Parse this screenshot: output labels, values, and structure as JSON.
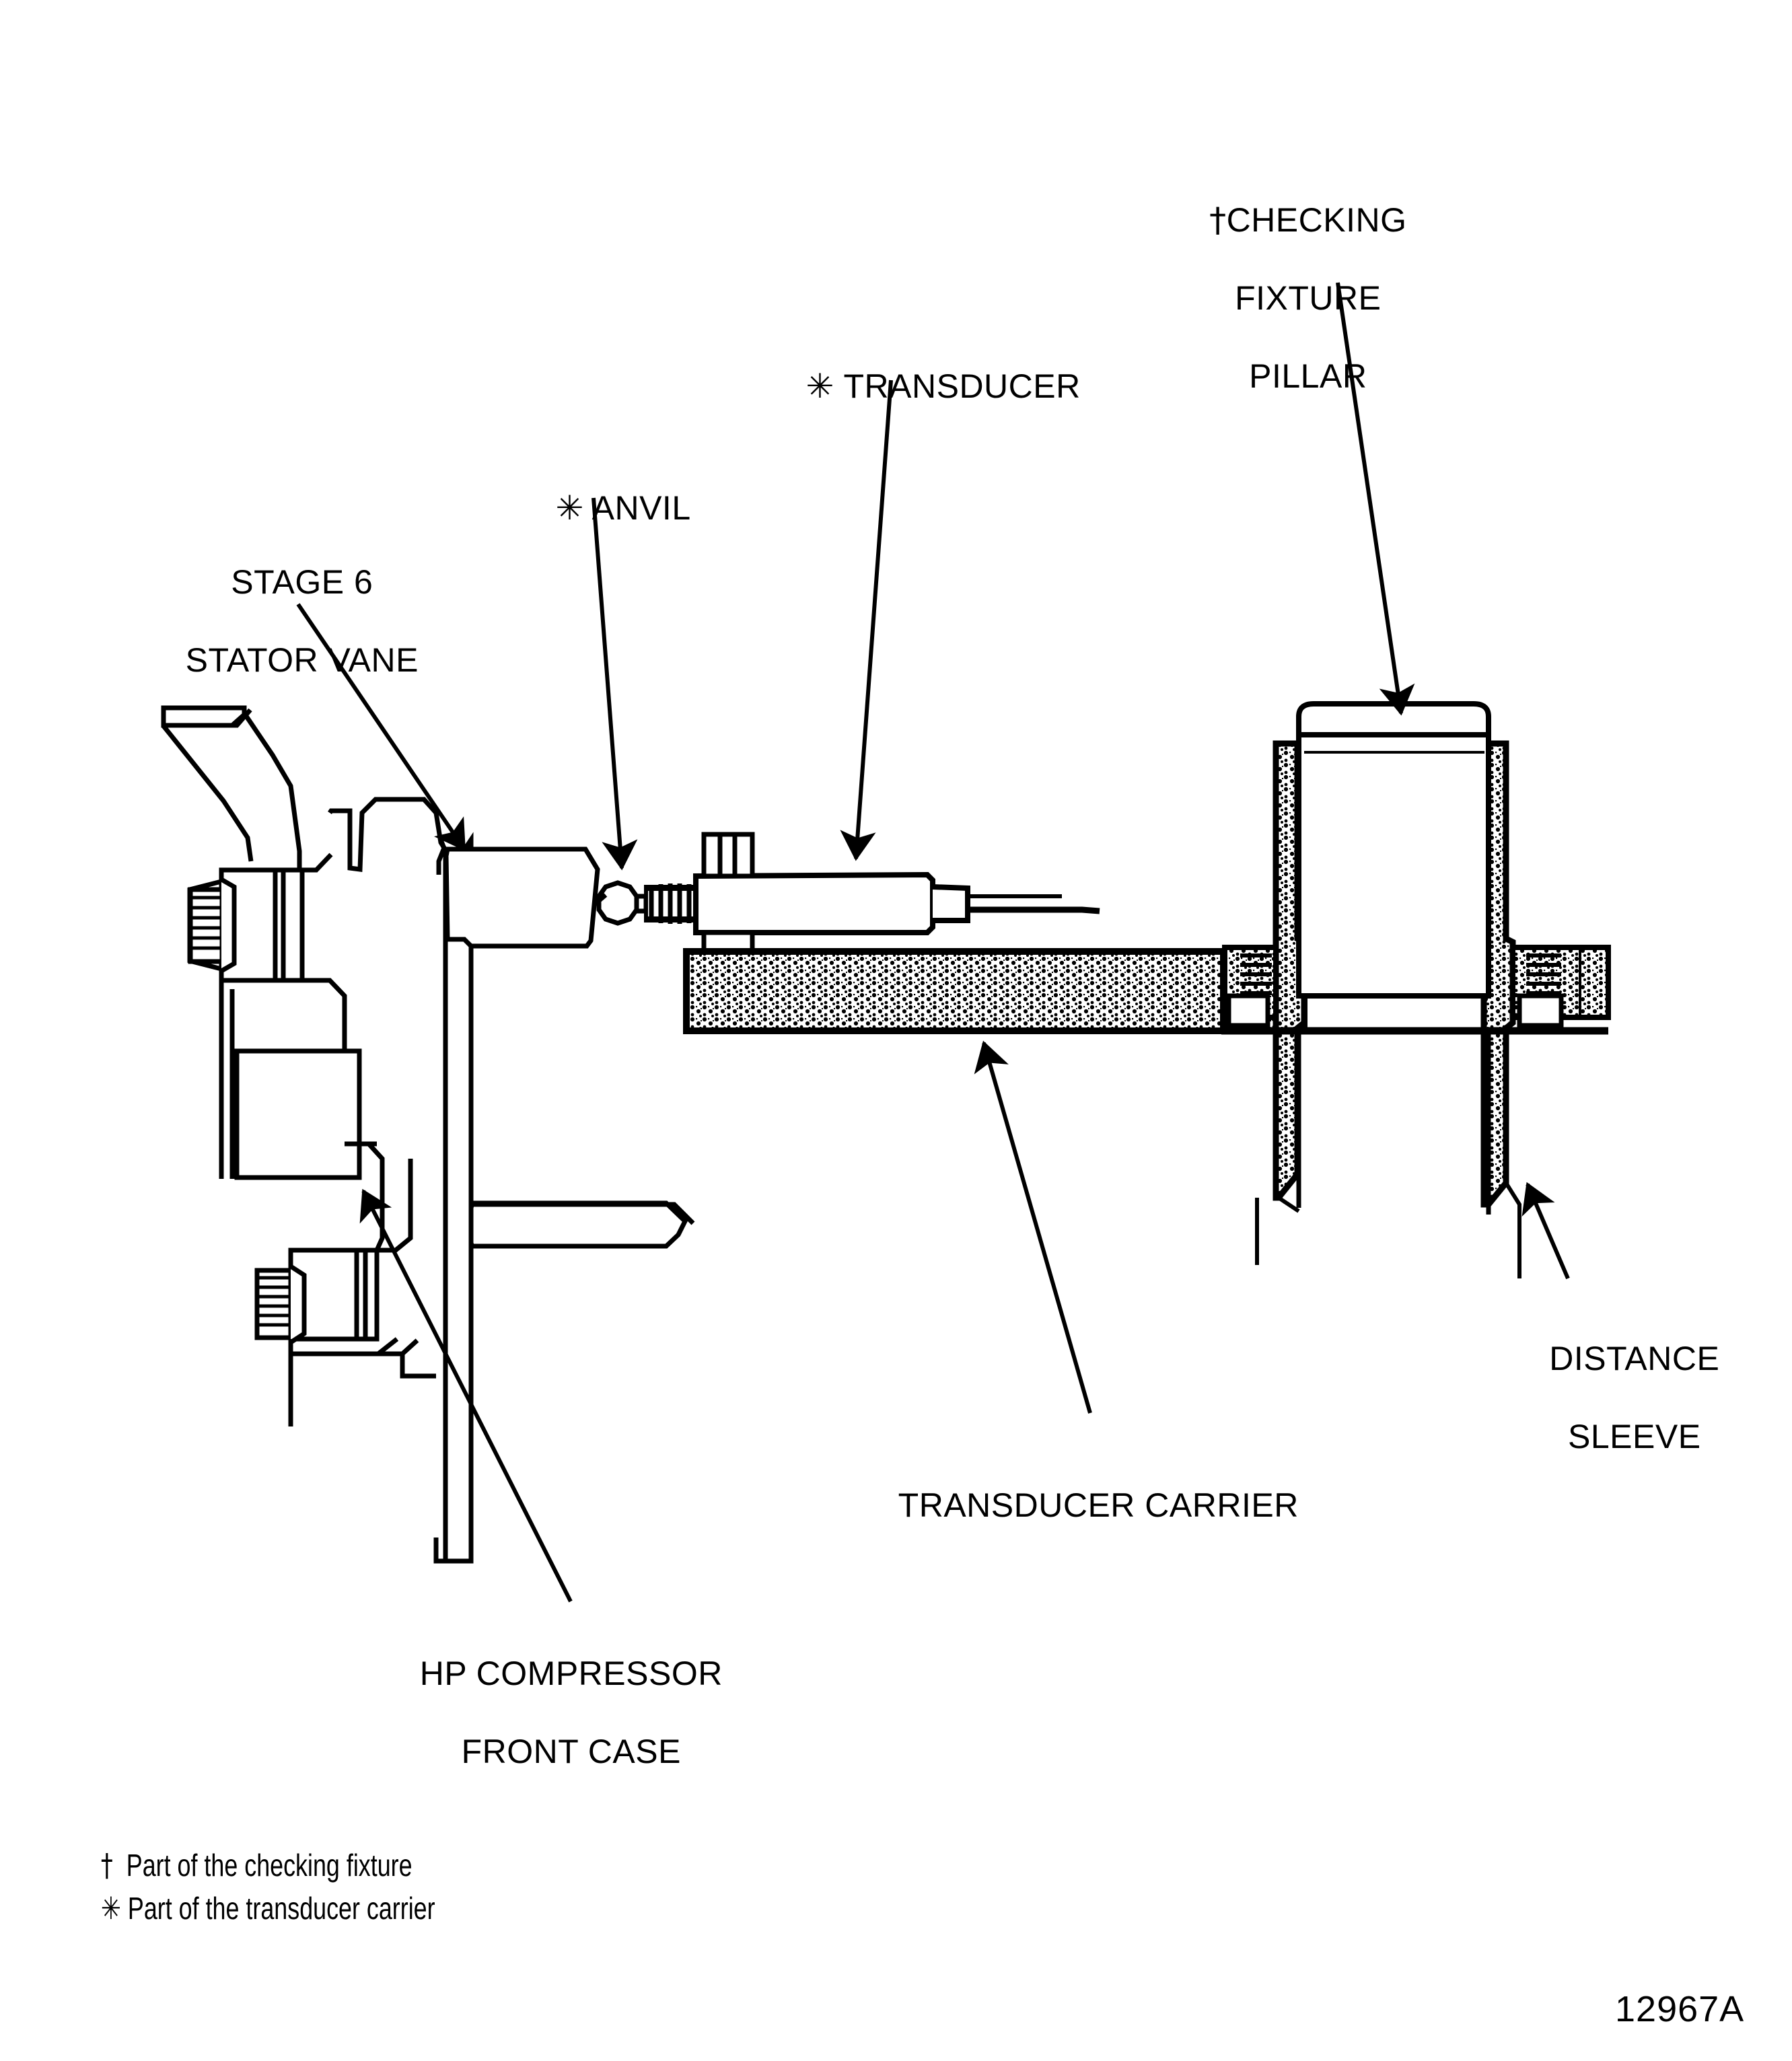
{
  "figure": {
    "id_code": "12967A",
    "title": "Transducer carrier and checking fixture installation on HP compressor front case"
  },
  "labels": {
    "checking_fixture_pillar": {
      "marker": "†",
      "lines": [
        "CHECKING",
        "FIXTURE",
        "PILLAR"
      ],
      "text": "† CHECKING FIXTURE PILLAR"
    },
    "transducer": {
      "marker": "✳",
      "lines": [
        "TRANSDUCER"
      ],
      "text": "✳ TRANSDUCER"
    },
    "anvil": {
      "marker": "✳",
      "lines": [
        "ANVIL"
      ],
      "text": "✳ ANVIL"
    },
    "stage6_stator_vane": {
      "marker": "",
      "lines": [
        "STAGE 6",
        "STATOR VANE"
      ],
      "text": "STAGE 6 STATOR VANE"
    },
    "distance_sleeve": {
      "marker": "",
      "lines": [
        "DISTANCE",
        "SLEEVE"
      ],
      "text": "DISTANCE SLEEVE"
    },
    "transducer_carrier": {
      "marker": "",
      "lines": [
        "TRANSDUCER CARRIER"
      ],
      "text": "TRANSDUCER CARRIER"
    },
    "hp_compressor_front_case": {
      "marker": "",
      "lines": [
        "HP COMPRESSOR",
        "FRONT CASE"
      ],
      "text": "HP COMPRESSOR FRONT CASE"
    }
  },
  "legend": {
    "items": [
      {
        "marker": "†",
        "text": "Part of the checking fixture"
      },
      {
        "marker": "✳",
        "text": "Part of the transducer carrier"
      }
    ]
  },
  "colors": {
    "ink": "#000000",
    "paper": "#ffffff",
    "hatch": "#000000"
  }
}
